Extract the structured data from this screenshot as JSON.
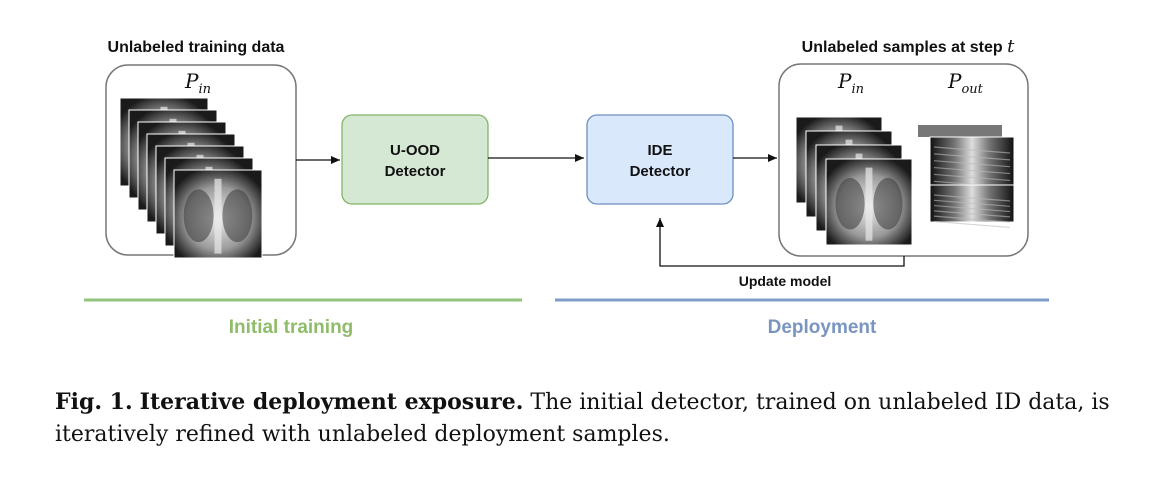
{
  "diagram": {
    "left_panel": {
      "title": "Unlabeled training data",
      "dist_label_base": "P",
      "dist_label_sub": "in"
    },
    "right_panel": {
      "title_prefix": "Unlabeled samples at step ",
      "title_var": "t",
      "in_label_base": "P",
      "in_label_sub": "in",
      "out_label_base": "P",
      "out_label_sub": "out"
    },
    "uood_box": {
      "line1": "U-OOD",
      "line2": "Detector"
    },
    "ide_box": {
      "line1": "IDE",
      "line2": "Detector"
    },
    "feedback_label": "Update model",
    "phases": {
      "initial": "Initial training",
      "deployment": "Deployment"
    },
    "colors": {
      "green_fill": "#d5e8d4",
      "green_stroke": "#82b366",
      "green_text": "#8fbc6a",
      "blue_fill": "#dae8fc",
      "blue_stroke": "#6c8ebf",
      "blue_text": "#7a95bf"
    }
  },
  "caption": {
    "label": "Fig. 1.",
    "title": "Iterative deployment exposure.",
    "text": "The initial detector, trained on unlabeled ID data, is iteratively refined with unlabeled deployment samples."
  }
}
